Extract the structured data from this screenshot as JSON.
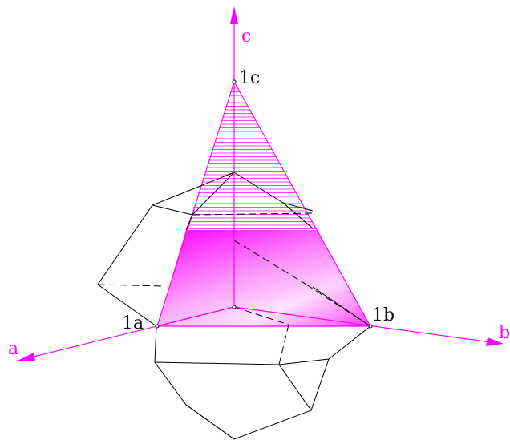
{
  "diagram": {
    "axes": {
      "c_label": "c",
      "a_label": "a",
      "b_label": "b",
      "color": "#ff00ff"
    },
    "intercepts": {
      "a": "1a",
      "b": "1b",
      "c": "1c"
    },
    "colors": {
      "crystal_edges": "#000000",
      "plane": "#ff00ff",
      "label_text": "#111111"
    }
  }
}
